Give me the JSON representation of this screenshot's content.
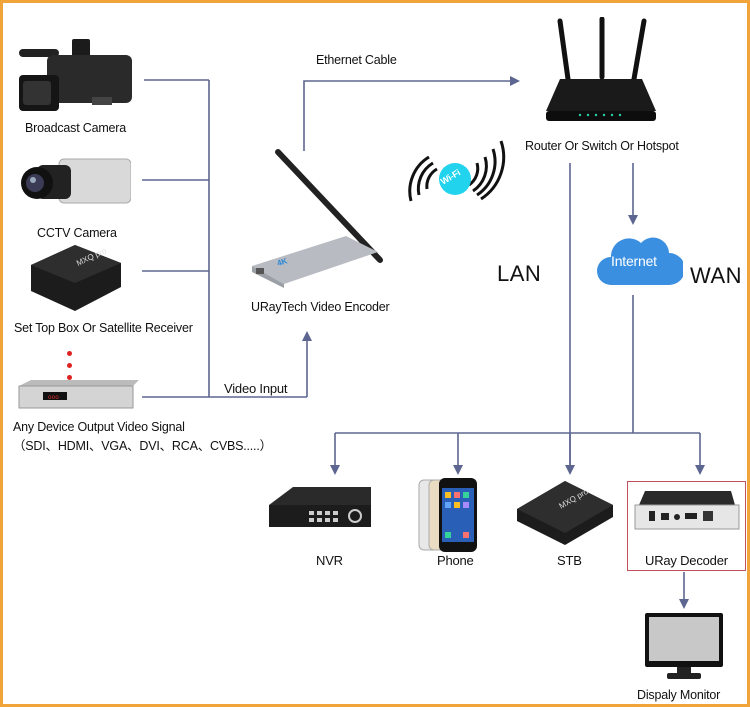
{
  "colors": {
    "frame": "#f0a43a",
    "wire": "#5d6690",
    "wifi_badge": "#22d3ee",
    "cloud": "#3b8fe0",
    "decoder_box": "#c0505a"
  },
  "sources": [
    {
      "label": "Broadcast Camera",
      "icon": "broadcast-camera"
    },
    {
      "label": "CCTV Camera",
      "icon": "cctv-camera"
    },
    {
      "label": "Set Top Box Or Satellite Receiver",
      "icon": "set-top-box"
    },
    {
      "label": "Any Device Output Video Signal",
      "sublabel": "（SDI、HDMI、VGA、DVI、RCA、CVBS.....）",
      "icon": "dvd-player"
    }
  ],
  "encoder": {
    "label": "URayTech Video Encoder"
  },
  "links": {
    "ethernet": "Ethernet Cable",
    "video_input": "Video Input"
  },
  "wifi": {
    "badge": "Wi-Fi"
  },
  "router": {
    "label": "Router Or Switch Or Hotspot"
  },
  "cloud": {
    "label": "Internet"
  },
  "networks": {
    "lan": "LAN",
    "wan": "WAN"
  },
  "outputs": [
    {
      "label": "NVR"
    },
    {
      "label": "Phone"
    },
    {
      "label": "STB"
    },
    {
      "label": "URay Decoder"
    }
  ],
  "monitor": {
    "label": "Dispaly Monitor"
  }
}
